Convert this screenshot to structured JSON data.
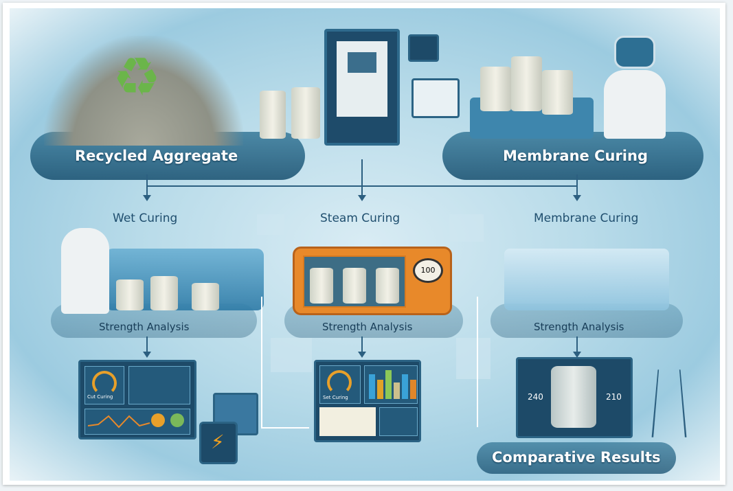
{
  "top": {
    "left_label": "Recycled Aggregate",
    "right_label": "Membrane Curing"
  },
  "methods": [
    {
      "label": "Wet Curing"
    },
    {
      "label": "Steam Curing"
    },
    {
      "label": "Membrane Curing"
    }
  ],
  "analysis": [
    {
      "label": "Strength Analysis"
    },
    {
      "label": "Strength Analysis"
    },
    {
      "label": "Strength Analysis"
    }
  ],
  "oven": {
    "gauge": "100"
  },
  "monitors": {
    "left_caption": "Cut Curing",
    "center_caption": "Set Curing",
    "results_left": "240",
    "results_right": "210"
  },
  "footer": {
    "label": "Comparative Results"
  },
  "colors": {
    "accent": "#e8892a",
    "recycle": "#6bb54a",
    "band": "#1f5675"
  }
}
